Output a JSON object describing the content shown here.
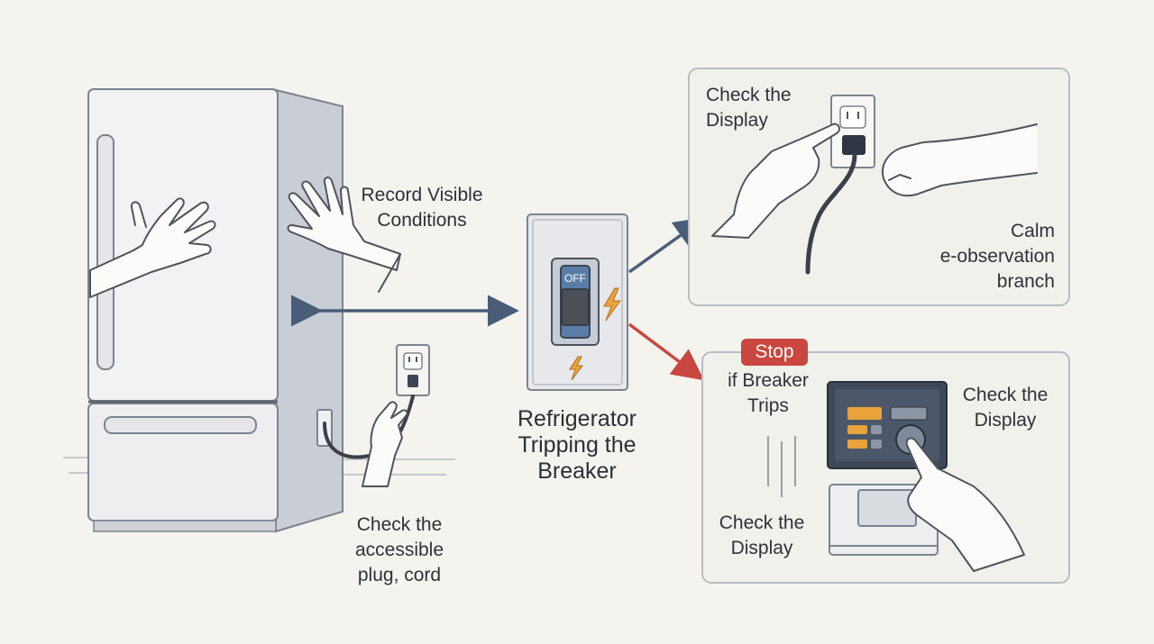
{
  "labels": {
    "record": "Record Visible\nConditions",
    "check_plug": "Check the\naccessible\nplug, cord",
    "title": "Refrigerator\nTripping the\nBreaker",
    "top_check": "Check the\nDisplay",
    "calm": "Calm\ne-observation\nbranch",
    "stop": "Stop",
    "if_trips": "if Breaker\nTrips",
    "panel_check_right": "Check the\nDisplay",
    "panel_check_bottom": "Check the\nDisplay"
  },
  "breaker": {
    "state": "OFF"
  },
  "colors": {
    "stop": "#c9473e",
    "arrow_blue": "#4a5d78",
    "arrow_red": "#c9473e",
    "switch_blue": "#5a7da8",
    "bolt": "#e8a33a",
    "indicator_orange": "#e8a33a"
  },
  "icons": [
    "breaker-switch-icon",
    "lightning-bolt-icon",
    "wall-outlet-icon",
    "power-plug-icon",
    "control-panel-icon"
  ]
}
